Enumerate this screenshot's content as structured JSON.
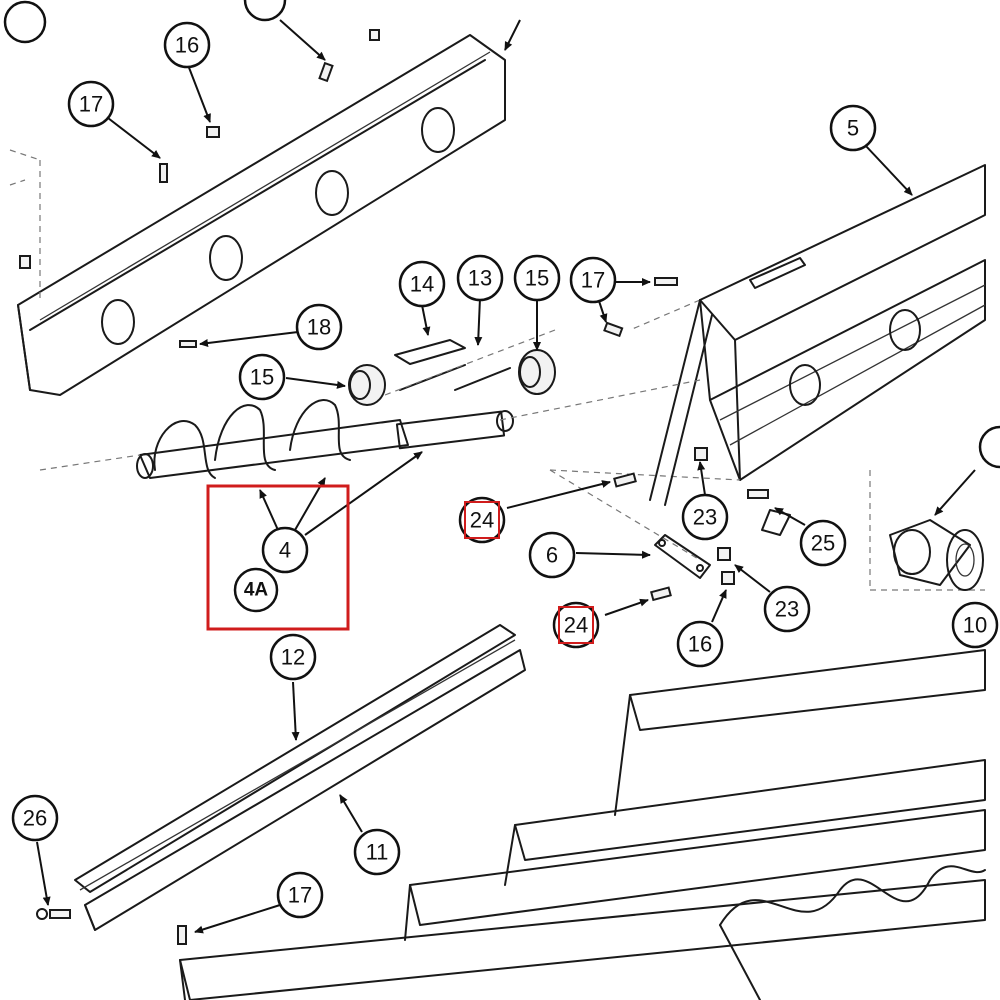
{
  "highlight_color": "#d01c1c",
  "callouts": {
    "c16a": "16",
    "c17a": "17",
    "c5": "5",
    "c18": "18",
    "c14": "14",
    "c13": "13",
    "c15a": "15",
    "c17b": "17",
    "c15b": "15",
    "c4": "4",
    "c4a": "4A",
    "c24a": "24",
    "c23a": "23",
    "c25": "25",
    "c6": "6",
    "c23b": "23",
    "c24b": "24",
    "c16b": "16",
    "c10": "10",
    "c12": "12",
    "c26": "26",
    "c11": "11",
    "c17c": "17"
  }
}
